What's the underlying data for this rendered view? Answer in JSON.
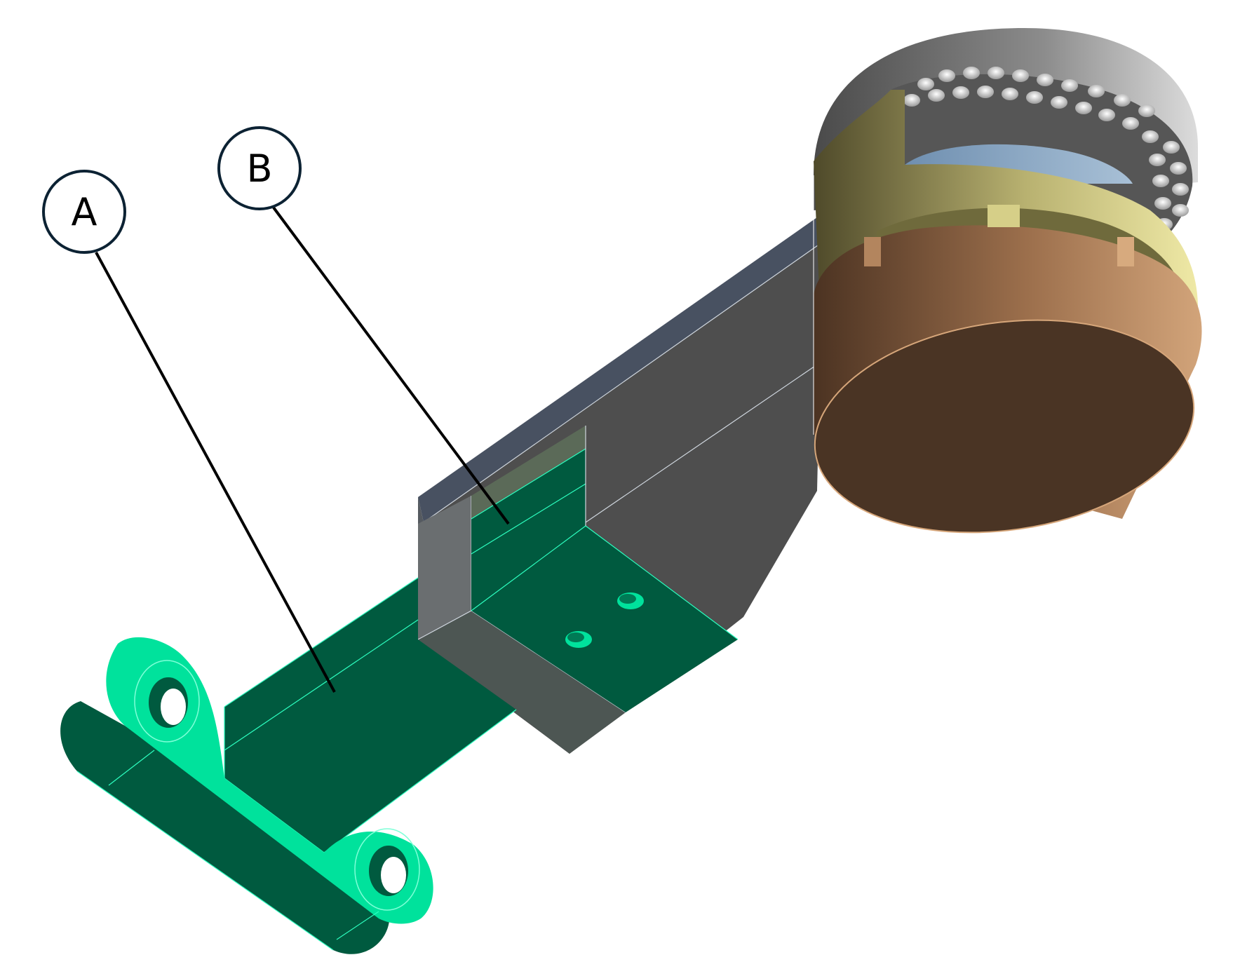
{
  "callouts": [
    {
      "id": "A",
      "label": "A"
    },
    {
      "id": "B",
      "label": "B"
    }
  ],
  "colors": {
    "background": "#ffffff",
    "green_dark": "#005a3f",
    "green_light": "#00e29c",
    "green_mid": "#007a55",
    "edge_highlight": "#2dffc0",
    "grey_top": "#485161",
    "grey_side": "#4e4e4e",
    "grey_end": "#555555",
    "grey_window": "#6a6e70",
    "drum_grey_light": "#c8c8c8",
    "drum_grey_dark": "#565656",
    "yellow_dark": "#5e5a35",
    "yellow_light": "#e8e39a",
    "copper_light": "#c89a70",
    "copper_dark": "#4a3424",
    "callout_circle_stroke": "#0c2233",
    "leader_line": "#000000"
  }
}
